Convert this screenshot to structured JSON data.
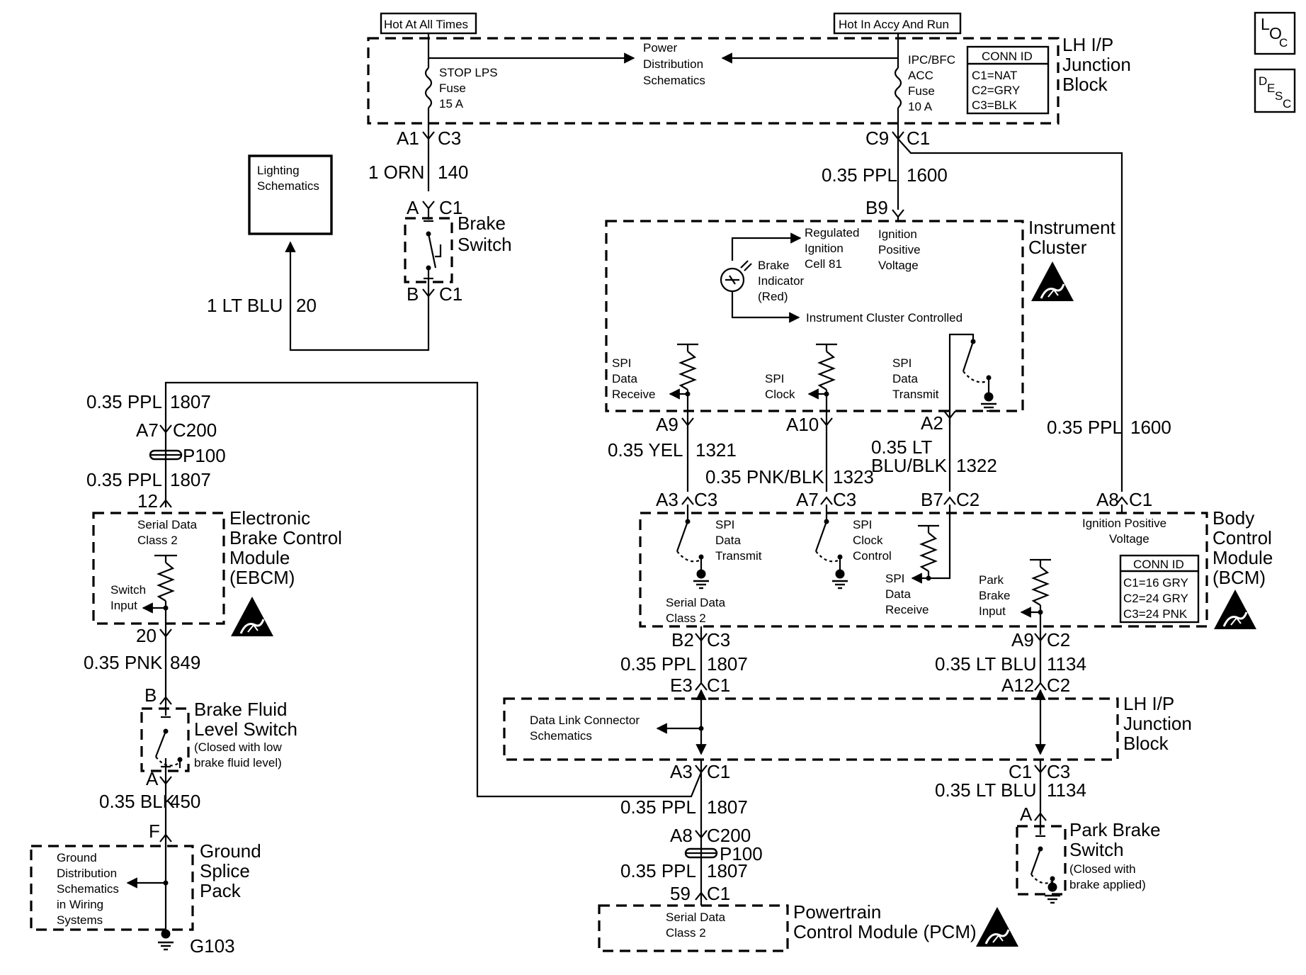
{
  "icons": {
    "loc": [
      "L",
      "O",
      "C"
    ],
    "desc": [
      "D",
      "E",
      "S",
      "C"
    ]
  },
  "headers": {
    "hot_always": "Hot At All Times",
    "hot_accy": "Hot In Accy And Run"
  },
  "top_block": {
    "title_l1": "LH I/P",
    "title_l2": "Junction",
    "title_l3": "Block",
    "fuse1": [
      "STOP LPS",
      "Fuse",
      "15 A"
    ],
    "fuse2": [
      "IPC/BFC",
      "ACC",
      "Fuse",
      "10 A"
    ],
    "power_dist": [
      "Power",
      "Distribution",
      "Schematics"
    ],
    "conn_id": {
      "title": "CONN ID",
      "rows": [
        "C1=NAT",
        "C2=GRY",
        "C3=BLK"
      ]
    },
    "pin_a1": "A1",
    "conn_c3": "C3",
    "pin_c9": "C9",
    "conn_c1": "C1"
  },
  "wires": {
    "w140": {
      "size": "1 ORN",
      "num": "140"
    },
    "w20": {
      "size": "1 LT BLU",
      "num": "20"
    },
    "w1600a": {
      "size": "0.35 PPL",
      "num": "1600"
    },
    "w1600b": {
      "size": "0.35 PPL",
      "num": "1600"
    },
    "w1807a": {
      "size": "0.35 PPL",
      "num": "1807"
    },
    "w1807b": {
      "size": "0.35 PPL",
      "num": "1807"
    },
    "w849": {
      "size": "0.35 PNK",
      "num": "849"
    },
    "w450": {
      "size": "0.35 BLK",
      "num": "450"
    },
    "w1321": {
      "size": "0.35 YEL",
      "num": "1321"
    },
    "w1323": {
      "size": "0.35 PNK/BLK",
      "num": "1323"
    },
    "w1322_l1": "0.35 LT",
    "w1322_l2": "BLU/BLK",
    "w1322_num": "1322",
    "w1807c": {
      "size": "0.35 PPL",
      "num": "1807"
    },
    "w1134a": {
      "size": "0.35 LT BLU",
      "num": "1134"
    },
    "w1134b": {
      "size": "0.35 LT BLU",
      "num": "1134"
    },
    "w1807d": {
      "size": "0.35 PPL",
      "num": "1807"
    },
    "w1807e": {
      "size": "0.35 PPL",
      "num": "1807"
    }
  },
  "lighting": [
    "Lighting",
    "Schematics"
  ],
  "brake_switch": {
    "label_l1": "Brake",
    "label_l2": "Switch",
    "pin_a": "A",
    "pin_b": "B",
    "conn1": "C1",
    "conn2": "C1"
  },
  "cluster": {
    "title_l1": "Instrument",
    "title_l2": "Cluster",
    "pin_b9": "B9",
    "regulated": [
      "Regulated",
      "Ignition",
      "Cell 81"
    ],
    "ign_pos": [
      "Ignition",
      "Positive",
      "Voltage"
    ],
    "brake_ind": [
      "Brake",
      "Indicator",
      "(Red)"
    ],
    "controlled": "Instrument Cluster Controlled",
    "spi_rx": [
      "SPI",
      "Data",
      "Receive"
    ],
    "spi_clk": [
      "SPI",
      "Clock"
    ],
    "spi_tx": [
      "SPI",
      "Data",
      "Transmit"
    ],
    "pin_a9": "A9",
    "pin_a10": "A10",
    "pin_a2": "A2"
  },
  "ebcm": {
    "title": [
      "Electronic",
      "Brake Control",
      "Module",
      "(EBCM)"
    ],
    "serial": [
      "Serial Data",
      "Class 2"
    ],
    "switch_in": [
      "Switch",
      "Input"
    ],
    "pin_a7": "A7",
    "c200": "C200",
    "p100": "P100",
    "pin_12": "12",
    "pin_20": "20"
  },
  "fluid_switch": {
    "title_l1": "Brake Fluid",
    "title_l2": "Level Switch",
    "note_l1": "(Closed with low",
    "note_l2": "brake fluid level)",
    "pin_b": "B",
    "pin_a": "A"
  },
  "ground_splice": {
    "title": [
      "Ground",
      "Splice",
      "Pack"
    ],
    "desc": [
      "Ground",
      "Distribution",
      "Schematics",
      "in Wiring",
      "Systems"
    ],
    "pin_f": "F",
    "g103": "G103"
  },
  "bcm": {
    "title": [
      "Body",
      "Control",
      "Module",
      "(BCM)"
    ],
    "pin_a3": "A3",
    "c3a": "C3",
    "pin_a7": "A7",
    "c3b": "C3",
    "pin_b7": "B7",
    "c2a": "C2",
    "pin_a8": "A8",
    "c1a": "C1",
    "ign_pos": [
      "Ignition Positive",
      "Voltage"
    ],
    "spi_tx": [
      "SPI",
      "Data",
      "Transmit"
    ],
    "spi_clk": [
      "SPI",
      "Clock",
      "Control"
    ],
    "spi_rx": [
      "SPI",
      "Data",
      "Receive"
    ],
    "park_in": [
      "Park",
      "Brake",
      "Input"
    ],
    "serial": [
      "Serial Data",
      "Class 2"
    ],
    "conn_id": {
      "title": "CONN ID",
      "rows": [
        "C1=16 GRY",
        "C2=24 GRY",
        "C3=24 PNK"
      ]
    },
    "pin_b2": "B2",
    "c3c": "C3",
    "pin_a9": "A9",
    "c2b": "C2"
  },
  "bottom_block": {
    "title": [
      "LH I/P",
      "Junction",
      "Block"
    ],
    "dlc": [
      "Data Link Connector",
      "Schematics"
    ],
    "pin_e3": "E3",
    "c1a": "C1",
    "pin_a12": "A12",
    "c2": "C2",
    "pin_a3": "A3",
    "c1b": "C1",
    "pin_c1": "C1",
    "c3": "C3"
  },
  "park_switch": {
    "title_l1": "Park Brake",
    "title_l2": "Switch",
    "note_l1": "(Closed with",
    "note_l2": "brake applied)",
    "pin_a": "A"
  },
  "pcm": {
    "title_l1": "Powertrain",
    "title_l2": "Control Module (PCM)",
    "serial": [
      "Serial Data",
      "Class 2"
    ],
    "pin_a8": "A8",
    "c200": "C200",
    "p100": "P100",
    "pin_59": "59",
    "c1": "C1"
  }
}
